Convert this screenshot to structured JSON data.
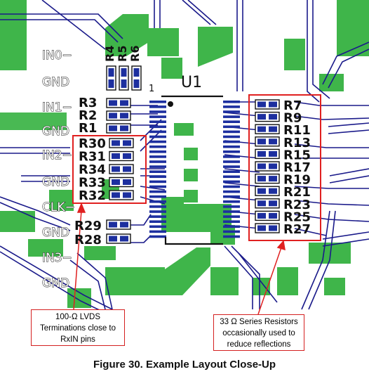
{
  "figure": {
    "caption": "Figure 30.  Example Layout Close-Up"
  },
  "board": {
    "refdes_ic": "U1",
    "pin1_marker": "1",
    "net_labels": [
      "IN0−",
      "GND",
      "IN1−",
      "GND",
      "IN2−",
      "GND",
      "CLK−",
      "GND",
      "IN3−",
      "GND"
    ],
    "top_resistors": [
      "R4",
      "R5",
      "R6"
    ],
    "left_small_resistors": [
      "R3",
      "R2",
      "R1"
    ],
    "termination_resistors": [
      "R30",
      "R31",
      "R34",
      "R33",
      "R32"
    ],
    "lower_resistors": [
      "R29",
      "R28"
    ],
    "series_resistors": [
      "R7",
      "R9",
      "R11",
      "R13",
      "R15",
      "R17",
      "R19",
      "R21",
      "R23",
      "R25",
      "R27"
    ],
    "colors": {
      "copper": "#3fb54a",
      "trace": "#1a1a8a",
      "pad": "#1d2f9f",
      "highlight": "#e02020"
    }
  },
  "callouts": {
    "left": [
      "100-Ω LVDS",
      "Terminations close to",
      "RxIN pins"
    ],
    "right": [
      "33 Ω Series Resistors",
      "occasionally used to",
      "reduce reflections"
    ]
  }
}
